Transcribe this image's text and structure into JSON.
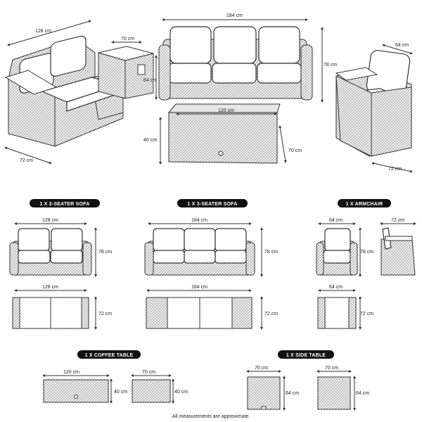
{
  "top": {
    "sofa2_width": "128 cm",
    "sofa2_depth": "72 cm",
    "side_table_width": "70 cm",
    "side_table_height": "64 cm",
    "sofa3_width": "184 cm",
    "sofa3_height": "78 cm",
    "armchair_width": "64 cm",
    "armchair_depth": "72 cm",
    "coffee_width": "120 cm",
    "coffee_height": "40 cm",
    "coffee_depth": "70 cm"
  },
  "sections": {
    "sofa2": {
      "title": "1 X 2-SEATER SOFA",
      "front_width": "128 cm",
      "front_height": "78 cm",
      "top_width": "128 cm",
      "top_depth": "72 cm"
    },
    "sofa3": {
      "title": "1 X 3-SEATER SOFA",
      "front_width": "184 cm",
      "front_height": "78 cm",
      "top_width": "184 cm",
      "top_depth": "72 cm"
    },
    "armchair": {
      "title": "1 X ARMCHAIR",
      "front_width": "64 cm",
      "front_height": "78 cm",
      "side_depth": "72 cm",
      "top_width": "64 cm",
      "top_depth": "72 cm"
    },
    "coffee": {
      "title": "1 X COFFEE TABLE",
      "front_width": "120 cm",
      "front_height": "40 cm",
      "side_width": "70 cm",
      "side_height": "40 cm"
    },
    "side_table": {
      "title": "1 X SIDE TABLE",
      "front_width": "70 cm",
      "front_height": "64 cm",
      "side_width": "70 cm",
      "side_height": "64 cm"
    }
  },
  "footnote": "All measurements are approximate."
}
